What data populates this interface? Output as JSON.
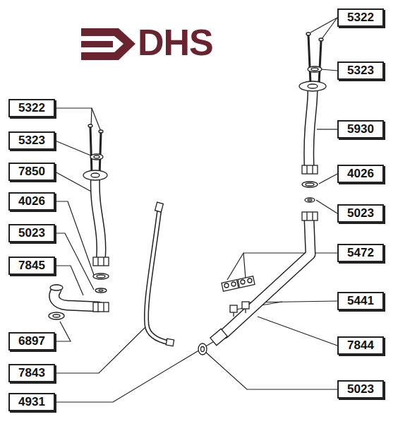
{
  "diagram": {
    "nodes": [
      {
        "text": [
          "5322"
        ]
      },
      {
        "text": [
          "5323"
        ]
      },
      {
        "text": [
          "5322"
        ]
      },
      {
        "text": [
          "5930"
        ]
      },
      {
        "text": [
          "5323"
        ]
      },
      {
        "text": [
          "7850"
        ]
      },
      {
        "text": [
          "4026"
        ]
      },
      {
        "text": [
          "4026"
        ]
      },
      {
        "text": [
          "5023"
        ]
      },
      {
        "text": [
          "5023"
        ]
      },
      {
        "text": [
          "5472"
        ]
      },
      {
        "text": [
          "7845"
        ]
      },
      {
        "text": [
          "5441"
        ]
      },
      {
        "text": [
          "6897"
        ]
      },
      {
        "text": [
          "7844"
        ]
      },
      {
        "text": [
          "7843"
        ]
      },
      {
        "text": [
          "5023"
        ]
      },
      {
        "text": [
          "4931"
        ]
      }
    ],
    "edges": [],
    "labels": [
      "DHS"
    ]
  }
}
